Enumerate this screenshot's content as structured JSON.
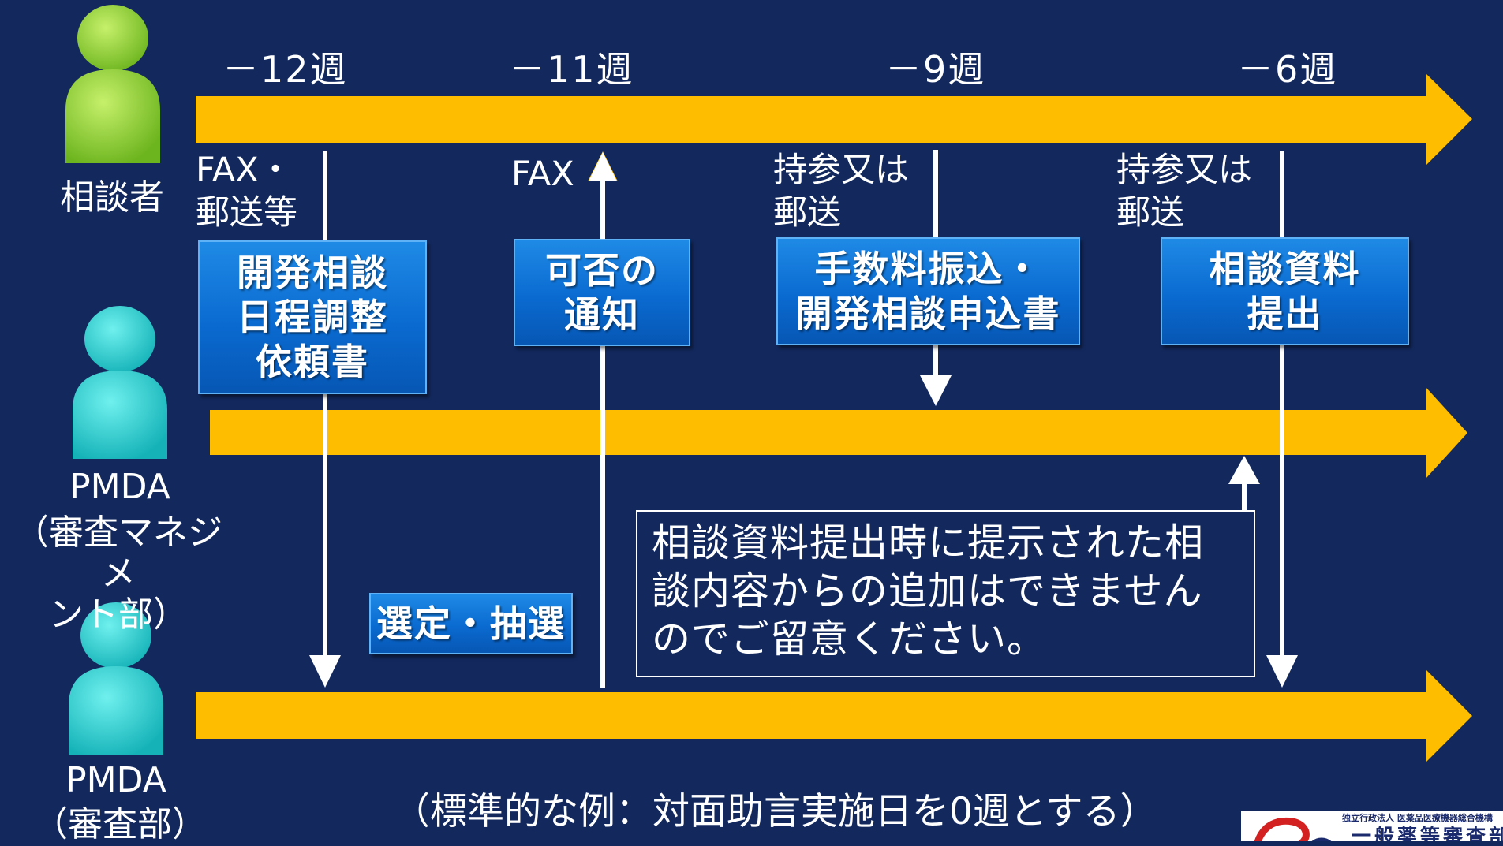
{
  "actors": {
    "consultant": "相談者",
    "pmda_mgmt_name": "PMDA",
    "pmda_mgmt_dept": "（審査マネジメ\nント部）",
    "pmda_review_name": "PMDA",
    "pmda_review_dept": "（審査部）"
  },
  "weeks": [
    "－12週",
    "－11週",
    "－9週",
    "－6週"
  ],
  "methods": {
    "fax_mail": "FAX・\n郵送等",
    "fax": "FAX",
    "bring_or_mail_1": "持参又は\n郵送",
    "bring_or_mail_2": "持参又は\n郵送"
  },
  "boxes": {
    "schedule_request": "開発相談\n日程調整\n依頼書",
    "notification": "可否の\n通知",
    "fee_application": "手数料振込・\n開発相談申込書",
    "materials": "相談資料\n提出",
    "selection": "選定・抽選"
  },
  "note": "相談資料提出時に提示された相談内容からの追加はできませんのでご留意ください。",
  "footer": "（標準的な例：対面助言実施日を0週とする）",
  "logo": {
    "org": "独立行政法人 医薬品医療機器総合機構",
    "dept": "一般薬等審査部"
  },
  "colors": {
    "background": "#13295e",
    "timeline_arrow": "#ffbd00",
    "box": "#0a6ad0",
    "person_green": "#8fd32f",
    "person_cyan": "#1fc8c8"
  }
}
